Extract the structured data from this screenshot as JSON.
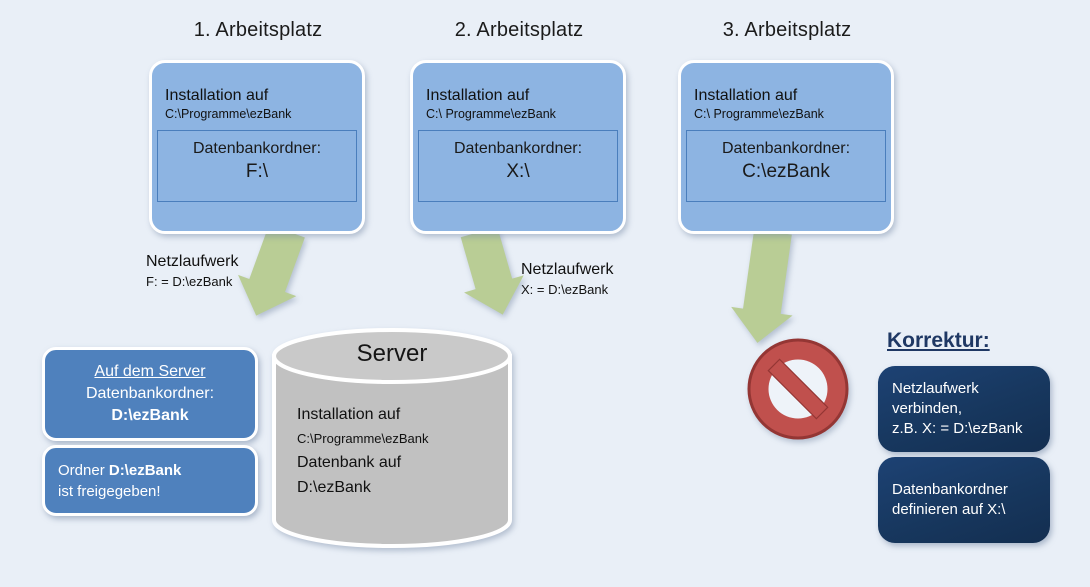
{
  "workstations": [
    {
      "heading": "1. Arbeitsplatz",
      "install_label": "Installation auf",
      "install_path": "C:\\Programme\\ezBank",
      "db_label": "Datenbankordner:",
      "db_value": "F:\\"
    },
    {
      "heading": "2. Arbeitsplatz",
      "install_label": "Installation auf",
      "install_path": "C:\\ Programme\\ezBank",
      "db_label": "Datenbankordner:",
      "db_value": "X:\\"
    },
    {
      "heading": "3. Arbeitsplatz",
      "install_label": "Installation auf",
      "install_path": "C:\\ Programme\\ezBank",
      "db_label": "Datenbankordner:",
      "db_value": "C:\\ezBank"
    }
  ],
  "drive_mappings": [
    {
      "label": "Netzlaufwerk",
      "detail": "F: = D:\\ezBank"
    },
    {
      "label": "Netzlaufwerk",
      "detail": "X: = D:\\ezBank"
    }
  ],
  "server": {
    "title": "Server",
    "install_label": "Installation auf",
    "install_path": "C:\\Programme\\ezBank",
    "db_label": "Datenbank auf",
    "db_path": "D:\\ezBank"
  },
  "server_notes": {
    "box1": {
      "line1": "Auf dem Server",
      "line2": "Datenbankordner:",
      "line3": "D:\\ezBank"
    },
    "box2": {
      "prefix": "Ordner ",
      "bold": "D:\\ezBank",
      "line2": "ist freigegeben!"
    }
  },
  "korrektur": {
    "heading": "Korrektur:",
    "box1": {
      "line1": "Netzlaufwerk",
      "line2": "verbinden,",
      "line3": "z.B. X: = D:\\ezBank"
    },
    "box2": {
      "line1": "Datenbankordner",
      "line2": "definieren auf X:\\"
    }
  },
  "colors": {
    "background": "#e9eff7",
    "card_blue": "#8db4e2",
    "card_inner_border": "#4a7ebc",
    "note_blue": "#4f81bd",
    "navy": "#17375e",
    "korrektur_navy": "#1f3864",
    "arrow_green": "#b9cd95",
    "server_gray": "#c1c1c1",
    "sign_red": "#c0504d",
    "sign_red_dark": "#943634"
  }
}
